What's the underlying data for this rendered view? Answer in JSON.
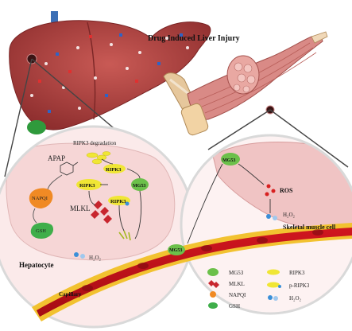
{
  "title": "Drug Induced  Liver Injury",
  "hepatocyte": {
    "label": "Hepatocyte",
    "ripk3_degradation": "RIPK3 degradation",
    "apap": "APAP",
    "napqi": "NAPQI",
    "gsh": "GSH",
    "mlkl": "MLKL",
    "ripk3_top": "RIPK3",
    "ripk3_mid": "RIPK3",
    "ripk3_right": "RIPK3",
    "mg53": "MG53",
    "h2o2": "H₂O₂"
  },
  "muscle": {
    "label": "Skeletal muscle cell",
    "mg53": "MG53",
    "ros": "ROS",
    "h2o2": "H₂O₂"
  },
  "capillary": {
    "label": "Capillary",
    "mg53": "MG53"
  },
  "legend": {
    "mg53": "MG53",
    "mlkl": "MLKL",
    "napqi": "NAPQI",
    "gsh": "GSH",
    "ripk3": "RIPK3",
    "p_ripk3": "p-RIPK3",
    "h2o2": "H₂O₂"
  },
  "colors": {
    "liver": "#b94a4a",
    "hepatocyte_bg": "#f7dede",
    "muscle_bg": "#f3c9c9",
    "capillary": "#c8121a",
    "vessel_edge": "#f2c230",
    "ripk3": "#f0e634",
    "mg53": "#6cc04a",
    "mlkl": "#c8262e",
    "napqi": "#f08a24",
    "gsh": "#3fae4a",
    "ros": "#d82020",
    "h2o2": "#3a8fd8"
  }
}
